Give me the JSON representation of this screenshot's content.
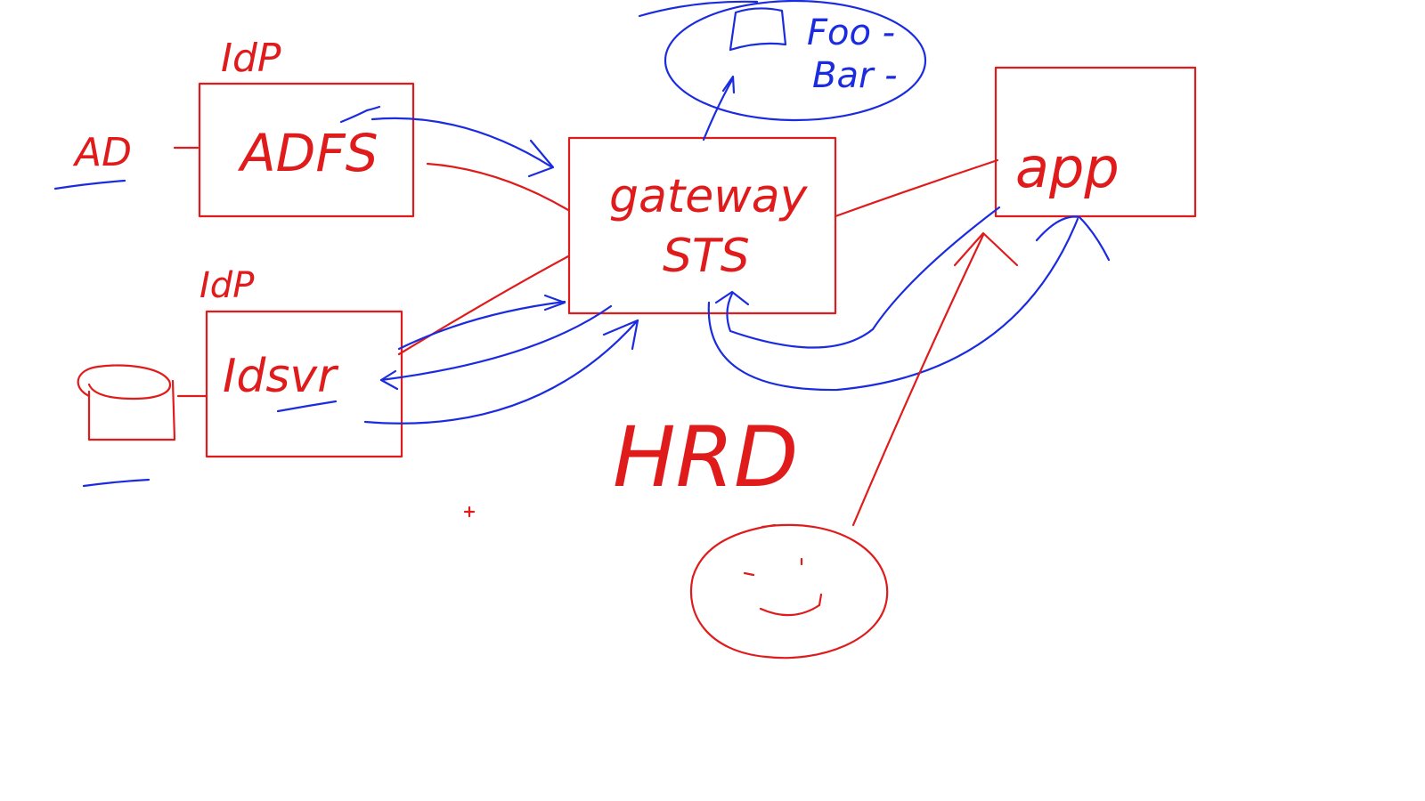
{
  "colors": {
    "red": "#e01b1b",
    "blue": "#1b2be0",
    "background": "#ffffff"
  },
  "labels": {
    "idp_top": "IdP",
    "idp_bottom": "IdP",
    "ad": "AD",
    "adfs": "ADFS",
    "idsvr": "Idsvr",
    "gateway": "gateway",
    "sts": "STS",
    "app": "app",
    "foo": "Foo -",
    "bar": "Bar -",
    "hrd": "HRD"
  },
  "icons": {
    "database": "database-cylinder-icon",
    "claims_box": "claims-box-icon",
    "smiley": "smiley-user-icon"
  }
}
